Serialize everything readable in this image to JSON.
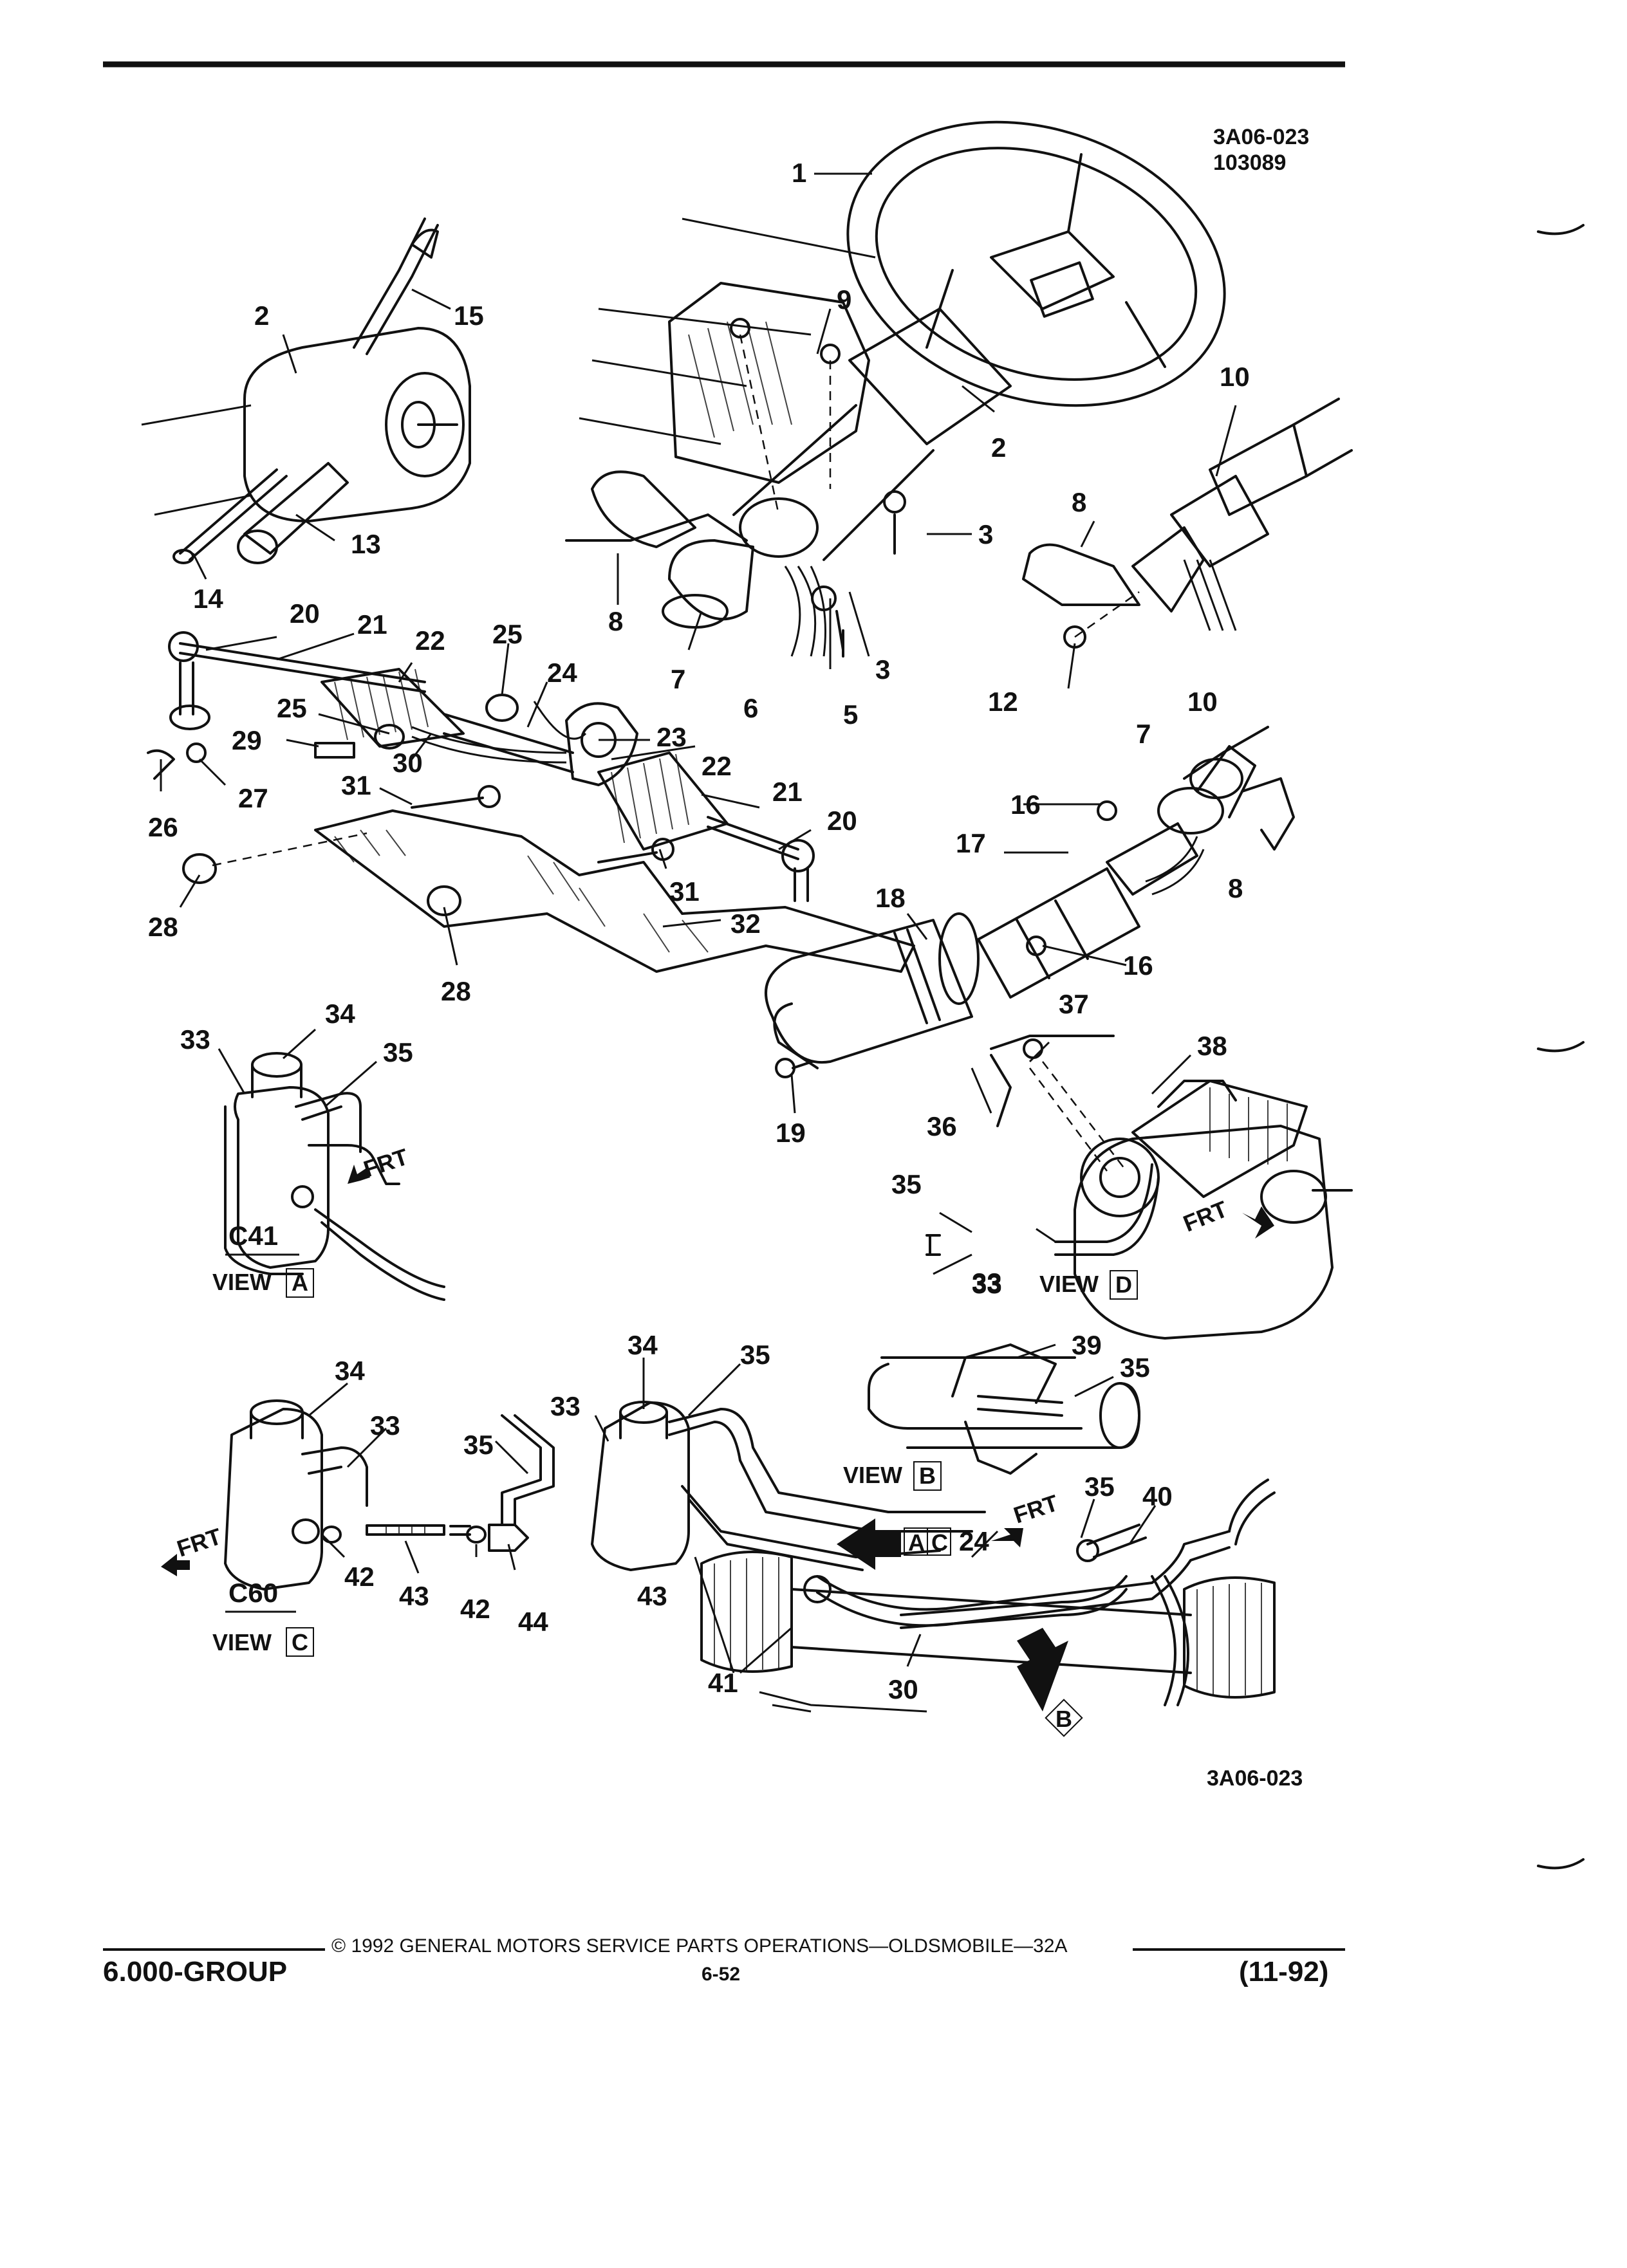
{
  "drawing_codes": {
    "top_primary": "3A06-023",
    "top_secondary": "103089",
    "bottom": "3A06-023"
  },
  "callouts": {
    "c1": "1",
    "c2a": "2",
    "c2b": "2",
    "c3a": "3",
    "c3b": "3",
    "c5": "5",
    "c6": "6",
    "c7a": "7",
    "c7b": "7",
    "c8a": "8",
    "c8b": "8",
    "c8c": "8",
    "c9": "9",
    "c10a": "10",
    "c10b": "10",
    "c12": "12",
    "c13": "13",
    "c14": "14",
    "c15": "15",
    "c16a": "16",
    "c16b": "16",
    "c17": "17",
    "c18": "18",
    "c19": "19",
    "c20a": "20",
    "c20b": "20",
    "c21a": "21",
    "c21b": "21",
    "c22a": "22",
    "c22b": "22",
    "c23": "23",
    "c24a": "24",
    "c24b": "24",
    "c25a": "25",
    "c25b": "25",
    "c26": "26",
    "c27": "27",
    "c28a": "28",
    "c28b": "28",
    "c29": "29",
    "c30a": "30",
    "c30b": "30",
    "c31a": "31",
    "c31b": "31",
    "c32": "32",
    "c33a": "33",
    "c33b": "33",
    "c33c": "33",
    "c33d": "33",
    "c34a": "34",
    "c34b": "34",
    "c34c": "34",
    "c35a": "35",
    "c35b": "35",
    "c35c": "35",
    "c35d": "35",
    "c35e": "35",
    "c35f": "35",
    "c36": "36",
    "c37": "37",
    "c38": "38",
    "c39": "39",
    "c40": "40",
    "c41": "41",
    "c42a": "42",
    "c42b": "42",
    "c43a": "43",
    "c43b": "43",
    "c44": "44"
  },
  "views": {
    "a": {
      "model": "C41",
      "word": "VIEW",
      "letter": "A"
    },
    "b": {
      "word": "VIEW",
      "letter": "B"
    },
    "c": {
      "model": "C60",
      "word": "VIEW",
      "letter": "C"
    },
    "d": {
      "word": "VIEW",
      "letter": "D"
    }
  },
  "arrow_tags": {
    "ac_a": "A",
    "ac_c": "C",
    "b": "B"
  },
  "frt_label": "FRT",
  "footer": {
    "copyright": "© 1992 GENERAL MOTORS SERVICE PARTS OPERATIONS—OLDSMOBILE—32A",
    "group": "6.000-GROUP",
    "page": "6-52",
    "date": "(11-92)"
  }
}
